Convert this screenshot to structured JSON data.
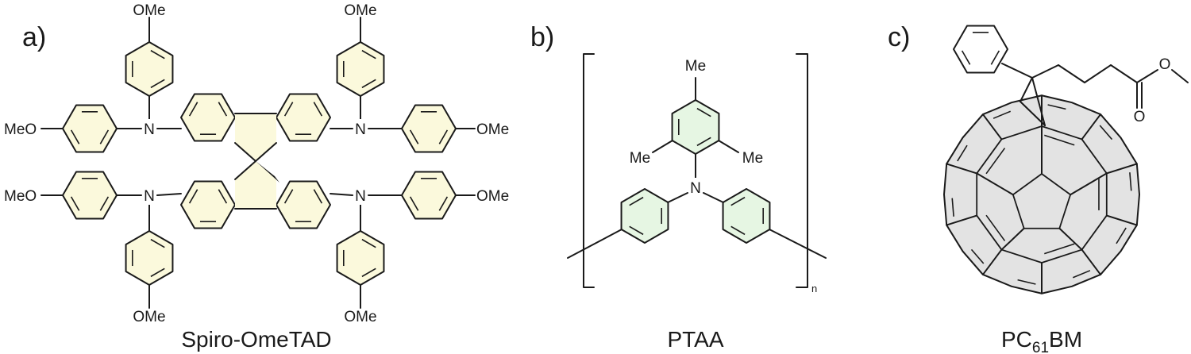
{
  "panels": [
    {
      "letter": "a)",
      "name": "Spiro-OmeTAD"
    },
    {
      "letter": "b)",
      "name": "PTAA",
      "repeat_subscript": "n"
    },
    {
      "letter": "c)",
      "name_prefix": "PC",
      "name_subscript": "61",
      "name_suffix": "BM"
    }
  ],
  "atom_labels": {
    "methoxy": "OMe",
    "methoxy_left": "MeO",
    "nitrogen": "N",
    "methyl": "Me",
    "oxygen": "O"
  },
  "colors": {
    "arene_fill_a": "#fbf9dc",
    "arene_fill_b": "#e6f6e3",
    "fullerene_fill": "#e3e3e3",
    "line": "#1a1a1a"
  }
}
